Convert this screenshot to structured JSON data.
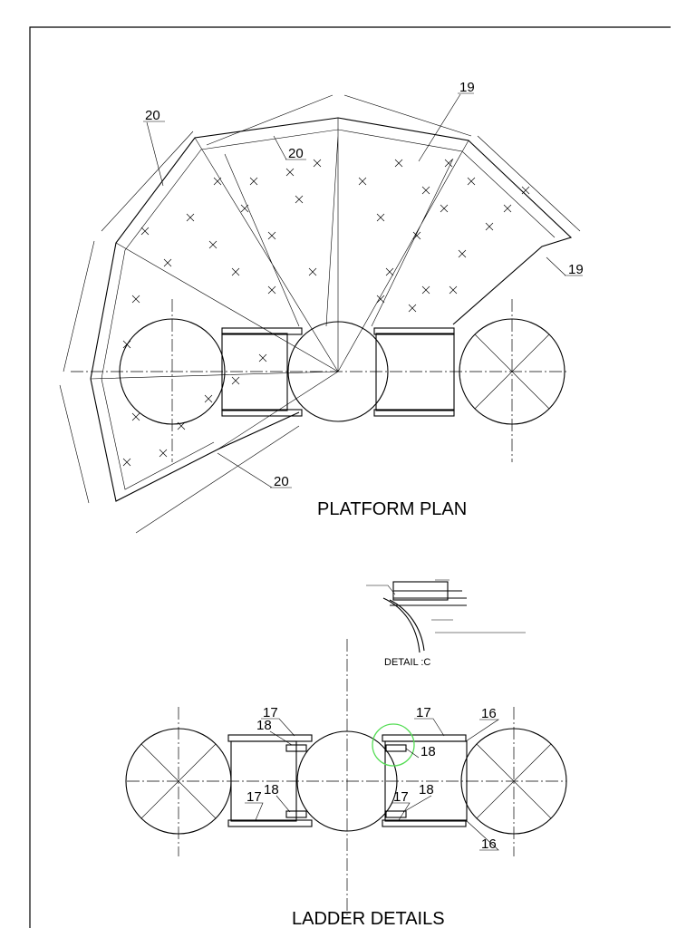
{
  "titles": {
    "platform_plan": "PLATFORM PLAN",
    "ladder_details": "LADDER DETAILS",
    "detail_c": "DETAIL :C"
  },
  "callouts": {
    "c19a": "19",
    "c19b": "19",
    "c20a": "20",
    "c20b": "20",
    "c20c": "20",
    "c17a": "17",
    "c17b": "17",
    "c17c": "17",
    "c17d": "17",
    "c16a": "16",
    "c16b": "16",
    "c18a": "18",
    "c18b": "18",
    "c18c": "18",
    "c18d": "18"
  },
  "colors": {
    "ink": "#000000",
    "highlight": "#55dd55"
  }
}
